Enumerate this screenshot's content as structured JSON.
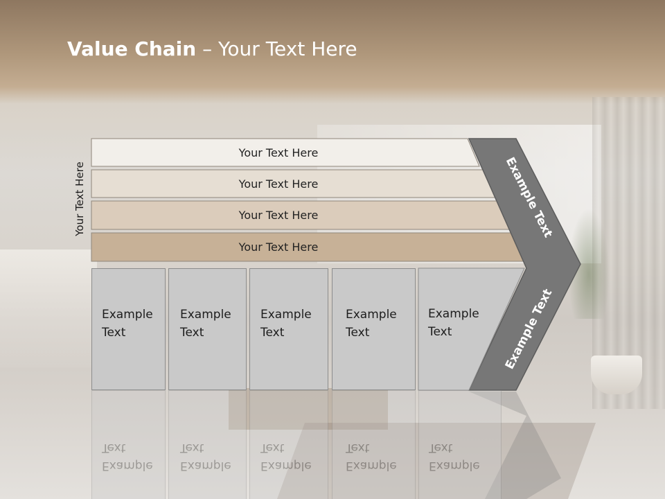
{
  "title": {
    "bold": "Value Chain",
    "rest": " – Your Text Here"
  },
  "side_label": "Your Text Here",
  "bars": [
    {
      "text": "Your Text Here",
      "color": "#f2efea"
    },
    {
      "text": "Your Text Here",
      "color": "#e6ded3"
    },
    {
      "text": "Your Text Here",
      "color": "#dbccbb"
    },
    {
      "text": "Your Text Here",
      "color": "#c7b197"
    }
  ],
  "boxes": [
    {
      "line1": "Example",
      "line2": "Text"
    },
    {
      "line1": "Example",
      "line2": "Text"
    },
    {
      "line1": "Example",
      "line2": "Text"
    },
    {
      "line1": "Example",
      "line2": "Text"
    },
    {
      "line1": "Example",
      "line2": "Text"
    }
  ],
  "chevron": {
    "upper_text": "Example Text",
    "lower_text": "Example Text",
    "color": "#777777",
    "border": "#5c5c5c"
  }
}
